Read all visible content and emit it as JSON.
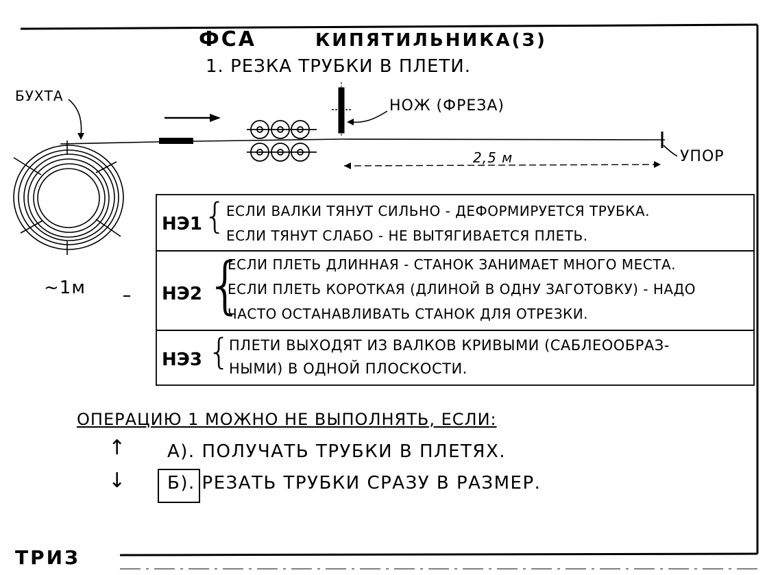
{
  "title": {
    "main": "ФСА",
    "object": "КИПЯТИЛЬНИКА(З)",
    "subtitle": "1. РЕЗКА ТРУБКИ В ПЛЕТИ."
  },
  "diagram": {
    "coil_label": "БУХТА",
    "knife_label": "НОЖ (ФРЕЗА)",
    "length_label": "2,5 м",
    "stop_label": "УПОР",
    "diameter_label": "~1м"
  },
  "contradictions": [
    {
      "label": "НЭ1",
      "lines": [
        "ЕСЛИ ВАЛКИ ТЯНУТ СИЛЬНО - ДЕФОРМИРУЕТСЯ ТРУБКА.",
        "ЕСЛИ ТЯНУТ СЛАБО - НЕ ВЫТЯГИВАЕТСЯ ПЛЕТЬ."
      ]
    },
    {
      "label": "НЭ2",
      "lines": [
        "ЕСЛИ ПЛЕТЬ ДЛИННАЯ - СТАНОК ЗАНИМАЕТ МНОГО МЕСТА.",
        "ЕСЛИ ПЛЕТЬ КОРОТКАЯ (ДЛИНОЙ В ОДНУ ЗАГОТОВКУ) - НАДО",
        "ЧАСТО ОСТАНАВЛИВАТЬ СТАНОК ДЛЯ ОТРЕЗКИ."
      ]
    },
    {
      "label": "НЭ3",
      "lines": [
        "ПЛЕТИ ВЫХОДЯТ ИЗ ВАЛКОВ КРИВЫМИ (САБЛЕООБРАЗ-",
        "НЫМИ) В ОДНОЙ ПЛОСКОСТИ."
      ]
    }
  ],
  "conditions": {
    "heading": "ОПЕРАЦИЮ 1 МОЖНО НЕ ВЫПОЛНЯТЬ, ЕСЛИ:",
    "options": [
      {
        "marker": "↑",
        "text": "А). ПОЛУЧАТЬ ТРУБКИ В ПЛЕТЯХ."
      },
      {
        "marker": "↓",
        "text": "Б). РЕЗАТЬ ТРУБКИ СРАЗУ В РАЗМЕР."
      }
    ]
  },
  "footer": {
    "logo": "ТРИЗ"
  }
}
